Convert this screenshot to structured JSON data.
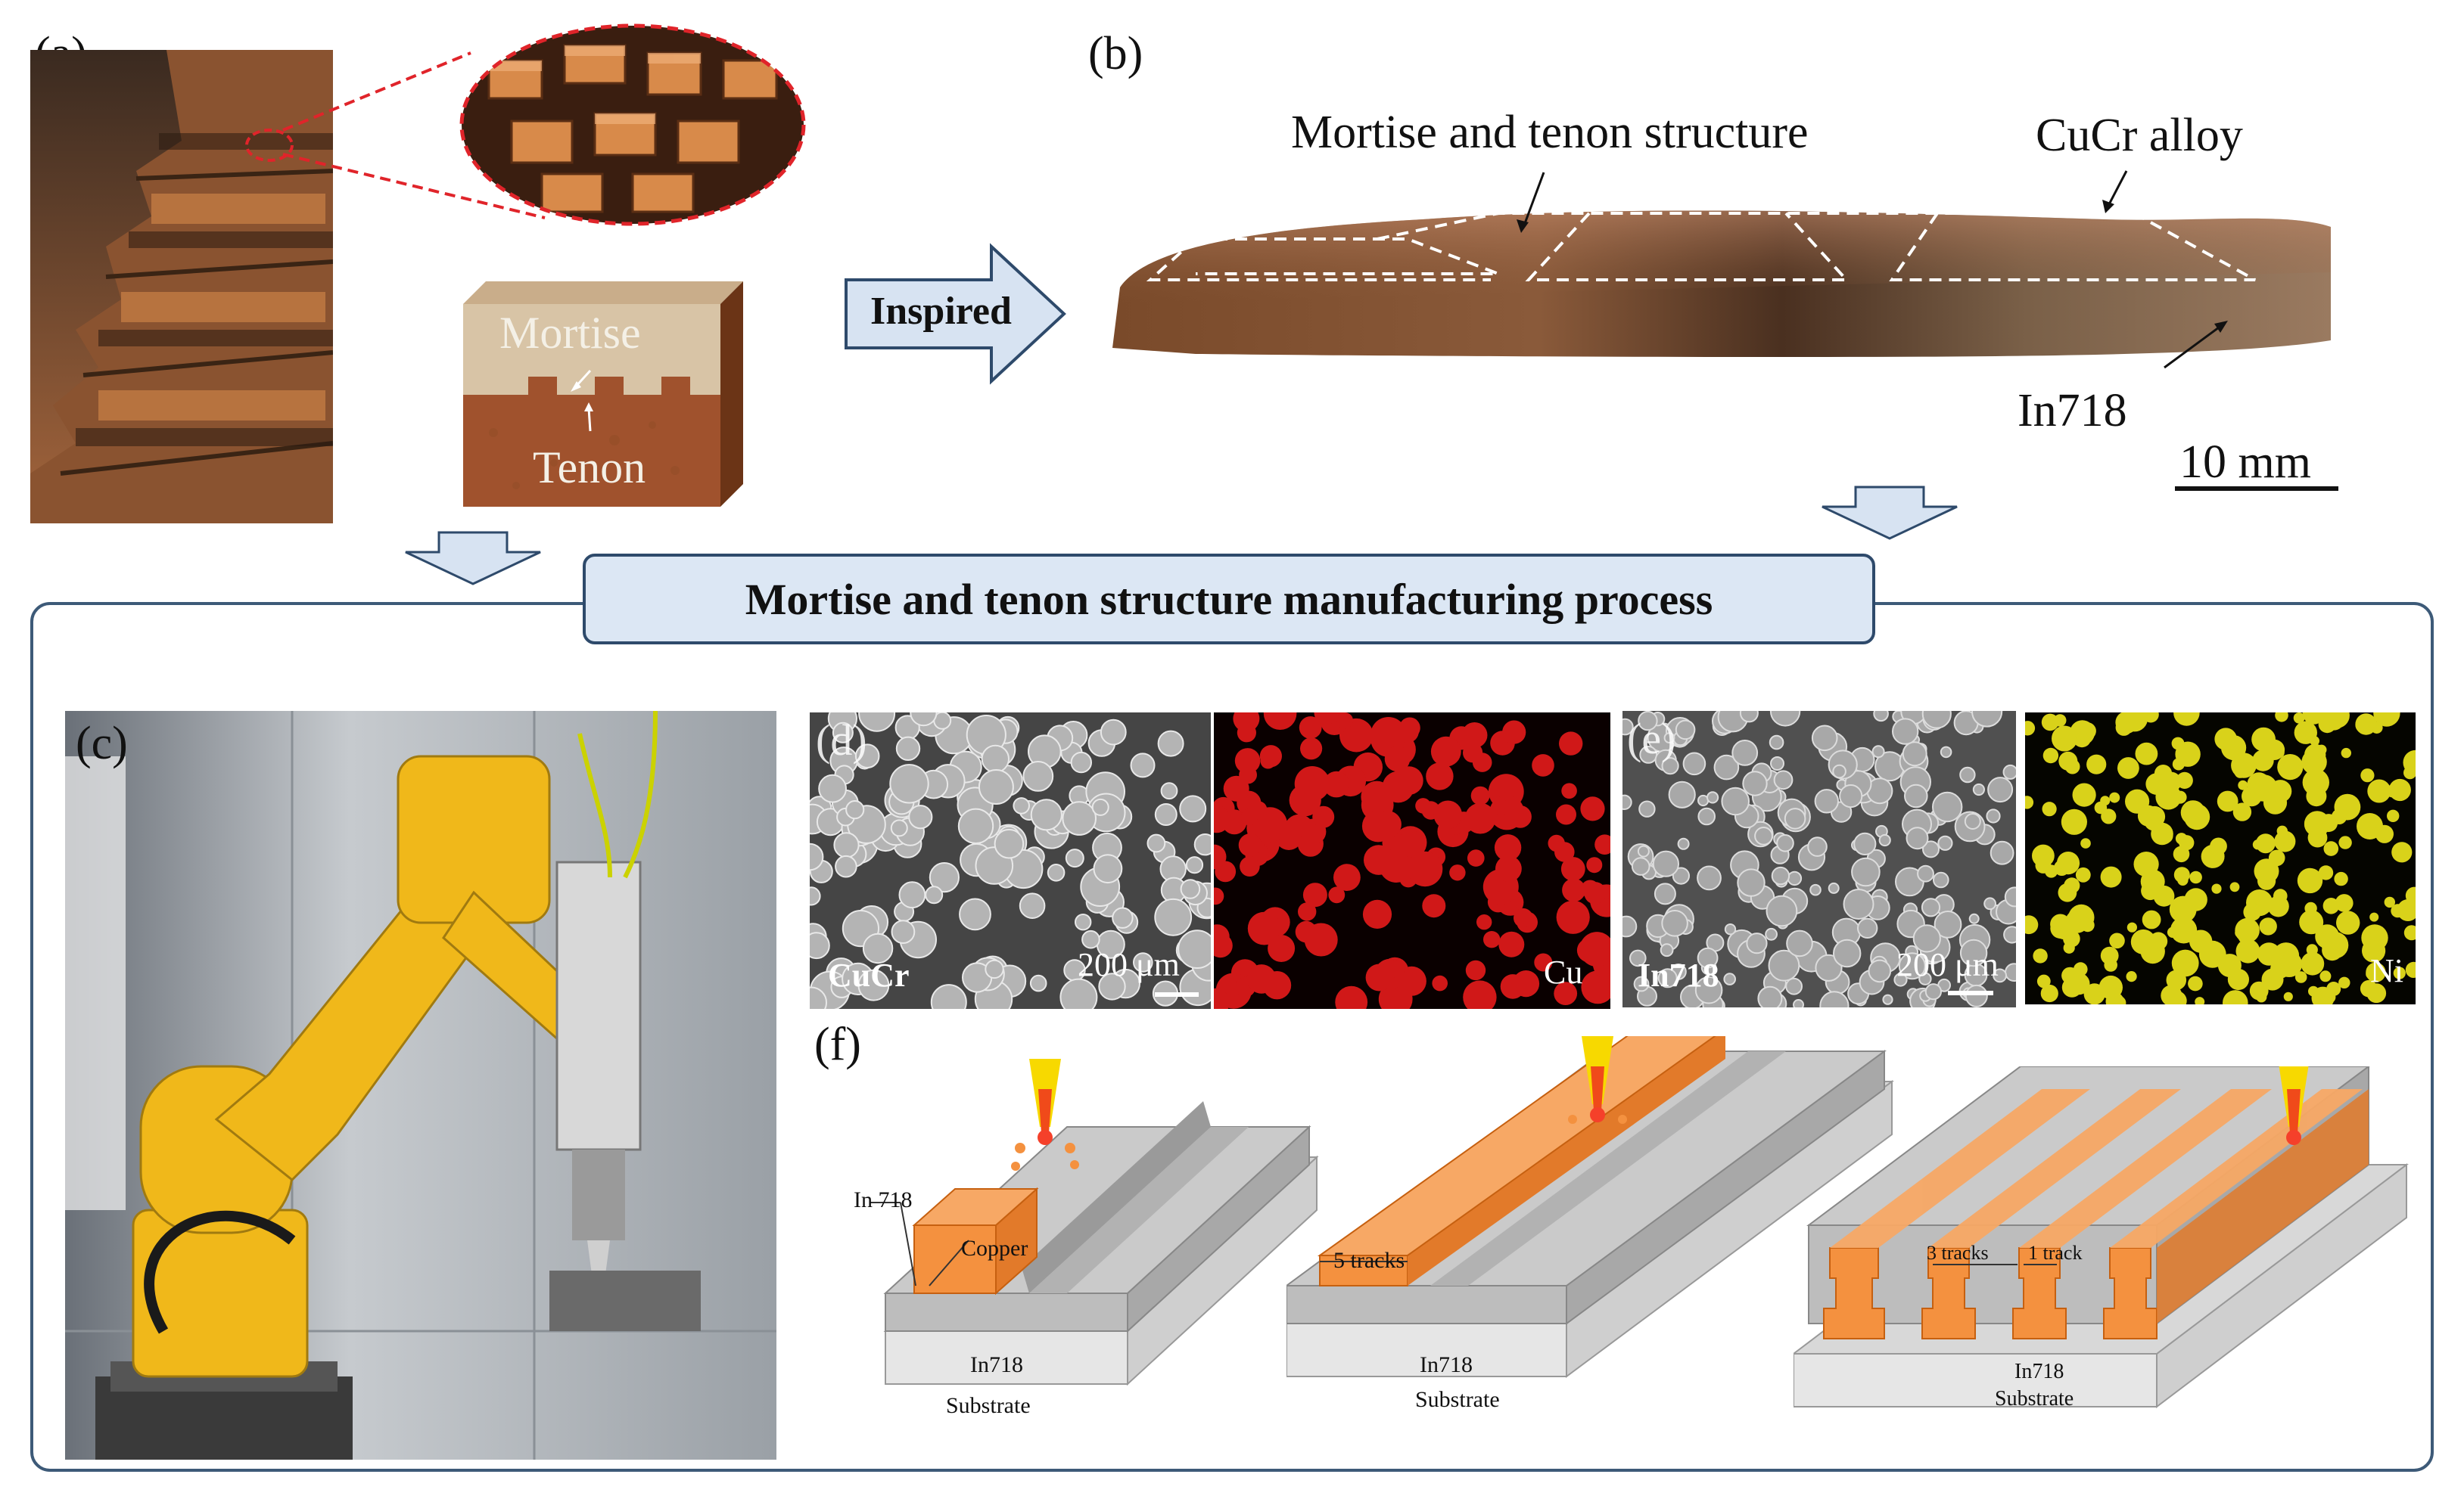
{
  "panels": {
    "a": "(a)",
    "b": "(b)",
    "c": "(c)",
    "d": "(d)",
    "e": "(e)",
    "f": "(f)"
  },
  "panel_a": {
    "mortise": "Mortise",
    "tenon": "Tenon"
  },
  "inspired_label": "Inspired",
  "panel_b": {
    "mortise_tenon": "Mortise and tenon structure",
    "cucr_alloy": "CuCr alloy",
    "in718": "In718",
    "scale_bar": "10 mm"
  },
  "process_title": "Mortise and tenon structure manufacturing process",
  "panel_d": {
    "powder": "CuCr",
    "scale": "200 μm",
    "element": "Cu"
  },
  "panel_e": {
    "powder": "In718",
    "scale": "200 μm",
    "element": "Ni"
  },
  "panel_f": {
    "step1": {
      "in718_top": "In 718",
      "copper": "Copper",
      "in718": "In718",
      "substrate": "Substrate"
    },
    "step2": {
      "tracks": "5 tracks",
      "in718": "In718",
      "substrate": "Substrate"
    },
    "step3": {
      "tracks3": "3 tracks",
      "track1": "1 track",
      "in718": "In718",
      "substrate": "Substrate"
    }
  },
  "colors": {
    "frame": "#3d5a78",
    "arrow_fill": "#d7e3f2",
    "arrow_stroke": "#2e4a6b",
    "copper": "#f4913f",
    "in718": "#c9c9c9",
    "substrate": "#e3e3e3",
    "robot_yellow": "#f0b81a",
    "cu_map": "#d01818",
    "ni_map": "#d9d21a"
  }
}
